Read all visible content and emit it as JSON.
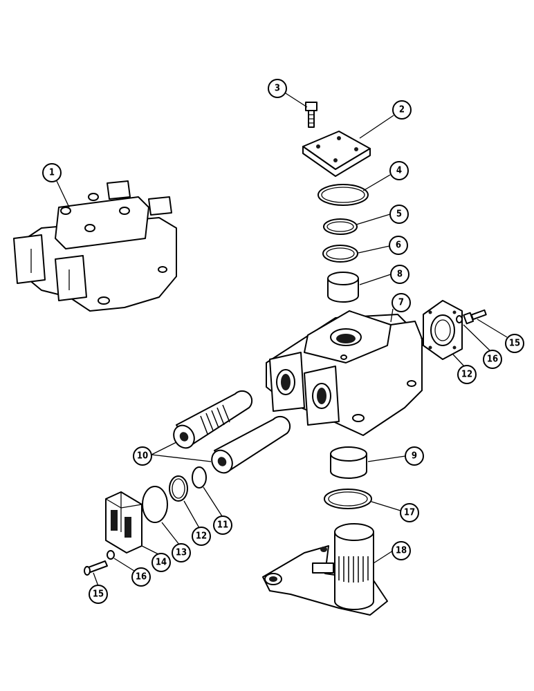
{
  "callouts": [
    {
      "id": "c1",
      "label": "1"
    },
    {
      "id": "c2",
      "label": "2"
    },
    {
      "id": "c3",
      "label": "3"
    },
    {
      "id": "c4",
      "label": "4"
    },
    {
      "id": "c5",
      "label": "5"
    },
    {
      "id": "c6",
      "label": "6"
    },
    {
      "id": "c7",
      "label": "7"
    },
    {
      "id": "c8",
      "label": "8"
    },
    {
      "id": "c9",
      "label": "9"
    },
    {
      "id": "c10",
      "label": "10"
    },
    {
      "id": "c11",
      "label": "11"
    },
    {
      "id": "c12a",
      "label": "12"
    },
    {
      "id": "c12b",
      "label": "12"
    },
    {
      "id": "c13",
      "label": "13"
    },
    {
      "id": "c14",
      "label": "14"
    },
    {
      "id": "c15a",
      "label": "15"
    },
    {
      "id": "c15b",
      "label": "15"
    },
    {
      "id": "c16a",
      "label": "16"
    },
    {
      "id": "c16b",
      "label": "16"
    },
    {
      "id": "c17",
      "label": "17"
    },
    {
      "id": "c18",
      "label": "18"
    }
  ]
}
